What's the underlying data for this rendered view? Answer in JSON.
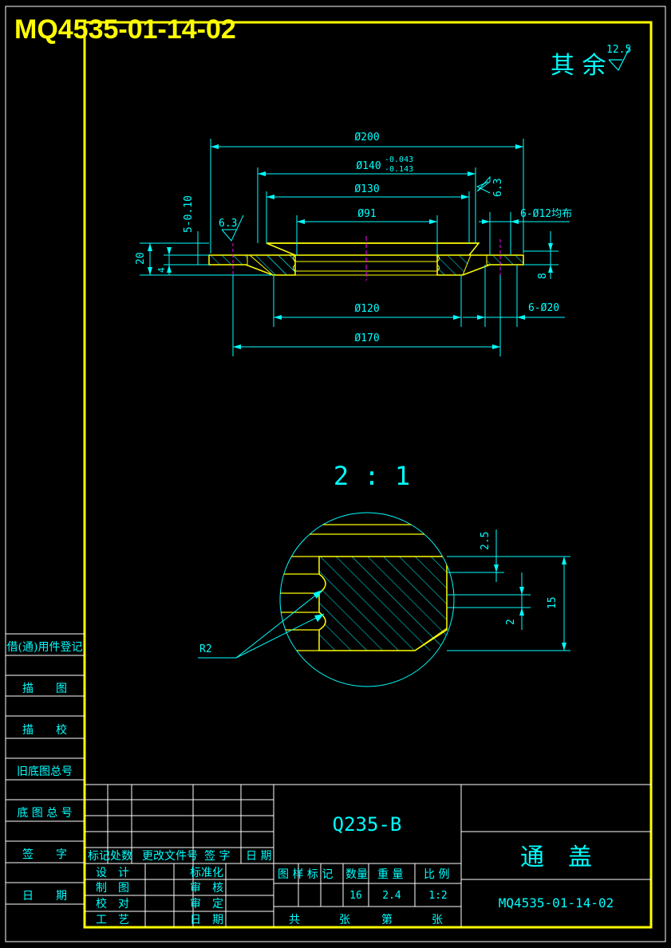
{
  "drawing_number": "MQ4535-01-14-02",
  "roughness": {
    "prefix": "其 余",
    "value": "12.5"
  },
  "dimensions": {
    "d200": "Ø200",
    "d140": "Ø140",
    "d140_tol_upper": "-0.043",
    "d140_tol_lower": "-0.143",
    "d130": "Ø130",
    "d91": "Ø91",
    "d120": "Ø120",
    "d170": "Ø170",
    "holes12": "6-Ø12均布",
    "holes20": "6-Ø20",
    "h20": "20",
    "h4": "4",
    "h5": "5-0.10",
    "h8": "8",
    "rough_left": "6.3",
    "rough_right": "6.3"
  },
  "detail": {
    "scale": "2 : 1",
    "d25": "2.5",
    "d2": "2",
    "d15": "15",
    "radius": "R2"
  },
  "side_labels": [
    "借(通)用件登记",
    "描　　图",
    "描　　校",
    "旧底图总号",
    "底 图 总 号",
    "签　　字",
    "日　　期"
  ],
  "title_block": {
    "material": "Q235-B",
    "part_name": "通　盖",
    "part_code": "MQ4535-01-14-02",
    "change_header": [
      "标记",
      "处数",
      "更改文件号",
      "签 字",
      "日 期"
    ],
    "sign_left": [
      "设　计",
      "制　图",
      "校　对",
      "工　艺"
    ],
    "sign_right": [
      "标准化",
      "审　核",
      "审　定",
      "日　期"
    ],
    "props_header": [
      "图 样 标 记",
      "数量",
      "重 量",
      "比 例"
    ],
    "qty": "16",
    "weight": "2.4",
    "scale": "1:2",
    "sheet_labels": [
      "共",
      "张",
      "第",
      "张"
    ]
  }
}
